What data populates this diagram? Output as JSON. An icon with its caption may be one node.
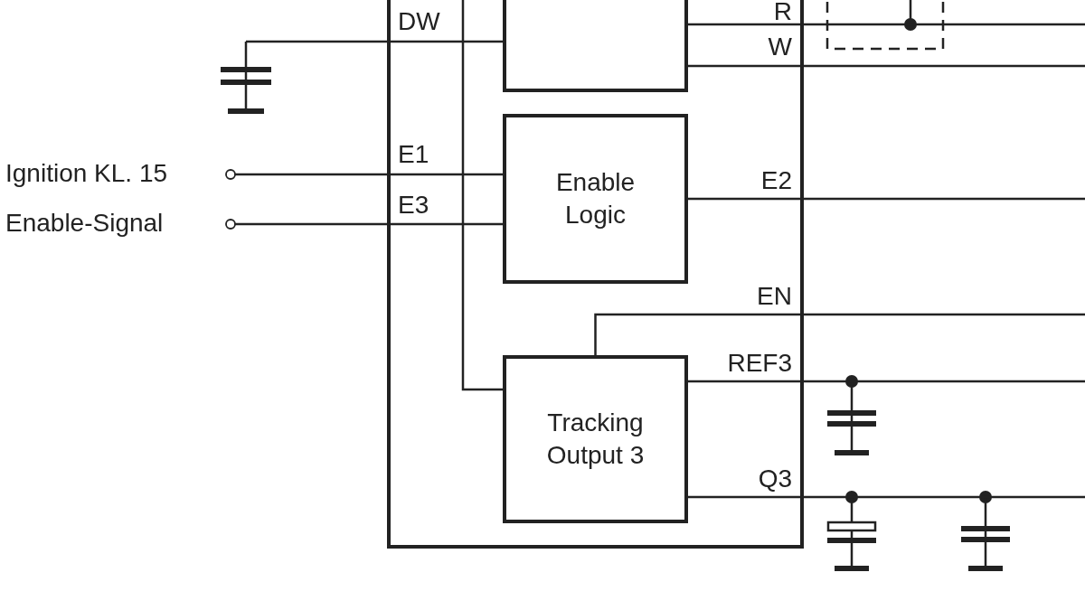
{
  "diagram": {
    "nodes": [
      {
        "text": [],
        "shape": "box"
      },
      {
        "text": [],
        "shape": "box",
        "in": 0
      },
      {
        "text": [
          "Enable Logic"
        ],
        "in": 0
      },
      {
        "text": [
          "Tracking Output 3"
        ],
        "in": 0
      },
      {
        "text": [
          "Ignition KL. 15"
        ]
      },
      {
        "text": [
          "Enable-Signal"
        ]
      },
      {
        "text": [],
        "shape": "capacitor"
      }
    ],
    "edges": [
      {
        "from": 4,
        "to": 2,
        "arrow": "other"
      },
      {
        "from": 5,
        "to": 2,
        "arrow": "other"
      },
      {
        "from": 6,
        "to": 1,
        "arrow": "none"
      },
      {
        "from": 1,
        "to": null,
        "arrow": "none"
      },
      {
        "from": 1,
        "to": null,
        "arrow": "none"
      },
      {
        "from": 2,
        "to": null,
        "arrow": "none"
      },
      {
        "from": null,
        "to": 3,
        "arrow": "none"
      },
      {
        "from": 3,
        "to": null,
        "arrow": "none"
      },
      {
        "from": 3,
        "to": null,
        "arrow": "none"
      },
      {
        "from": 3,
        "to": null,
        "arrow": "none"
      }
    ],
    "labels": [
      "R",
      "DW",
      "W",
      "E1",
      "E2",
      "E3",
      "EN",
      "REF3",
      "Q3"
    ]
  }
}
